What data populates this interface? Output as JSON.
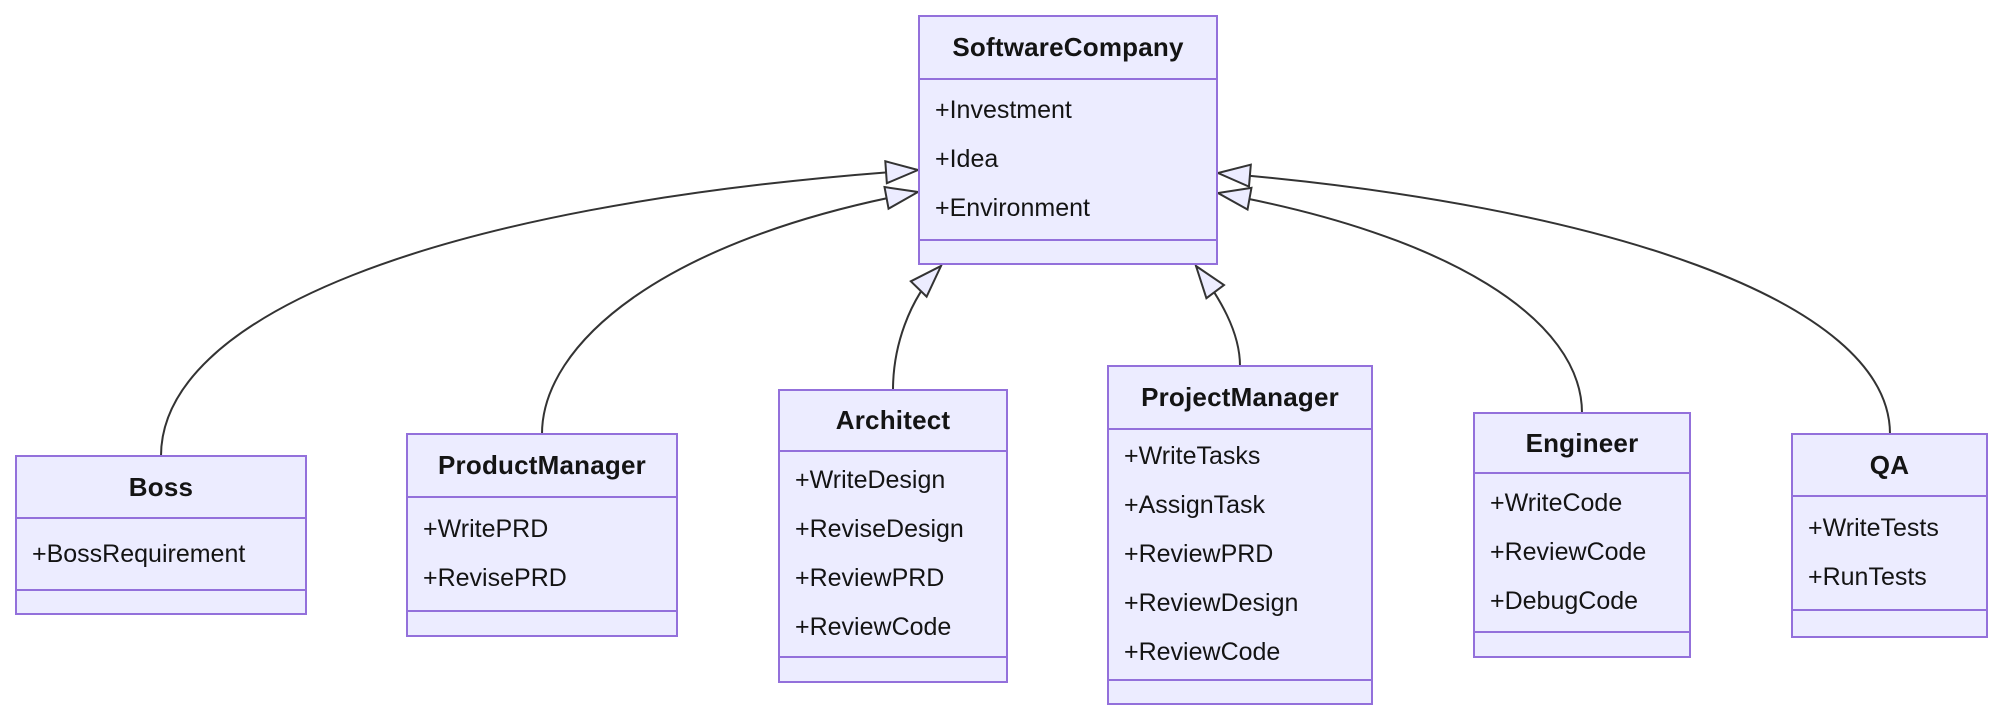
{
  "diagram": {
    "type": "uml-class-diagram",
    "colors": {
      "box_fill": "#ECECFF",
      "box_border": "#9370DB",
      "edge_line": "#333333",
      "text": "#141414"
    },
    "classes": [
      {
        "id": "softwarecompany",
        "name": "SoftwareCompany",
        "members": [
          "+Investment",
          "+Idea",
          "+Environment"
        ],
        "methods": []
      },
      {
        "id": "boss",
        "name": "Boss",
        "members": [
          "+BossRequirement"
        ],
        "methods": []
      },
      {
        "id": "productmanager",
        "name": "ProductManager",
        "members": [
          "+WritePRD",
          "+RevisePRD"
        ],
        "methods": []
      },
      {
        "id": "architect",
        "name": "Architect",
        "members": [
          "+WriteDesign",
          "+ReviseDesign",
          "+ReviewPRD",
          "+ReviewCode"
        ],
        "methods": []
      },
      {
        "id": "projectmanager",
        "name": "ProjectManager",
        "members": [
          "+WriteTasks",
          "+AssignTask",
          "+ReviewPRD",
          "+ReviewDesign",
          "+ReviewCode"
        ],
        "methods": []
      },
      {
        "id": "engineer",
        "name": "Engineer",
        "members": [
          "+WriteCode",
          "+ReviewCode",
          "+DebugCode"
        ],
        "methods": []
      },
      {
        "id": "qa",
        "name": "QA",
        "members": [
          "+WriteTests",
          "+RunTests"
        ],
        "methods": []
      }
    ],
    "relations": [
      {
        "from": "Boss",
        "to": "SoftwareCompany",
        "type": "inheritance"
      },
      {
        "from": "ProductManager",
        "to": "SoftwareCompany",
        "type": "inheritance"
      },
      {
        "from": "Architect",
        "to": "SoftwareCompany",
        "type": "inheritance"
      },
      {
        "from": "ProjectManager",
        "to": "SoftwareCompany",
        "type": "inheritance"
      },
      {
        "from": "Engineer",
        "to": "SoftwareCompany",
        "type": "inheritance"
      },
      {
        "from": "QA",
        "to": "SoftwareCompany",
        "type": "inheritance"
      }
    ]
  }
}
